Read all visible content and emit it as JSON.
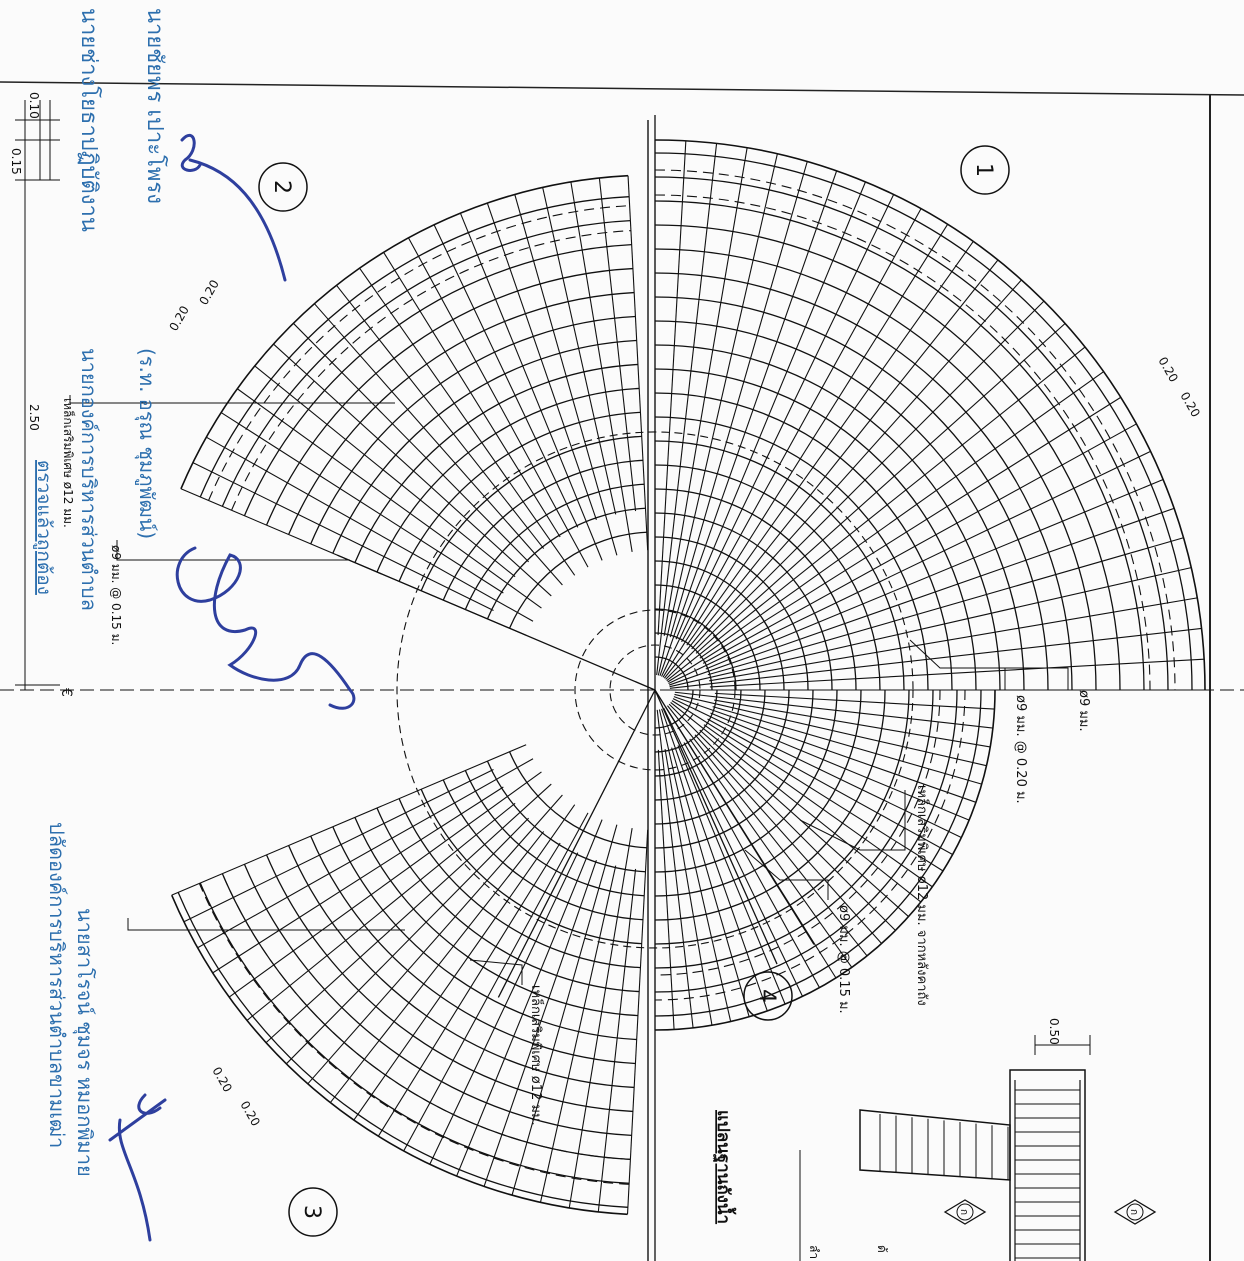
{
  "sector_numbers": [
    "1",
    "2",
    "3",
    "4"
  ],
  "rebar_labels": {
    "rebar_9mm": "ø9 มม.",
    "rebar_9mm_at_020": "ø9 มม. @ 0.20 ม.",
    "rebar_9mm_at_015_right": "ø9 มม. @ 0.15 ม.",
    "rebar_9mm_at_015_left": "ø9 มม. @ 0.15 ม.",
    "extra_12mm_bent": "เหล็กเสริมพิเศษ ø12 มม. จากหลังคาถัง",
    "extra_12mm_a": "เหล็กเสริมพิเศษ ø12 มม.",
    "extra_12mm_b": "เหล็กเสริมพิเศษ ø12 มม."
  },
  "dimensions": {
    "d_010": "0.10",
    "d_015": "0.15",
    "d_250": "2.50",
    "d_050": "0.50",
    "s1_a": "0.20",
    "s1_b": "0.20",
    "s2_a": "0.20",
    "s2_b": "0.20",
    "s3_a": "0.20",
    "s3_b": "0.20"
  },
  "centerline": "€",
  "section_symbol": "ก",
  "section_title": "แปลนฐานถังน้ำ",
  "section_note_a": "ลำ",
  "section_note_b": "ด้",
  "approvals": {
    "a1_name": "นายชัยพร เปาะโพรง",
    "a1_title": "นายช่างโยธาปฏิบัติงาน",
    "a2_name": "(ร.ท. อรุณ ชุมภูพัฒน์)",
    "a2_title": "นายกองค์การบริหารส่วนตำบล",
    "a3_name": "นายสาโรจน์ ชุมจร หมอกพิมาย",
    "a3_title": "ปลัดองค์การบริหารส่วนตำบลขามเฒ่า",
    "a4": "ตรวจแล้วถูกต้อง"
  }
}
